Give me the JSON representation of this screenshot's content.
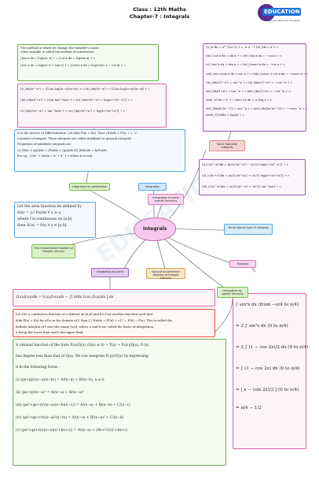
{
  "header": {
    "class_line": "Class : 12th Maths",
    "chapter_line": "Chapter-7 : Integrals"
  },
  "logo": {
    "word": "EDUCATION",
    "tagline": "Success Starts For Students"
  },
  "watermark": "EDUCATION",
  "center_label": "Integrals",
  "box_substitution": [
    "The method in which we change the variable to some",
    "other variable is called the method of substitution",
    "∫tan x dx = log|sec x| + c        ∫cot x dx = log|sin x| + c",
    "∫sec x dx = log|sec x + tan x| + c   ∫cosec x dx = log|cosec x − cot x| + c"
  ],
  "box_special": [
    "(i) ∫dx/(x²−a²) = (1/2a) log|(x−a)/(x+a)| + c     (ii) ∫dx/(a²−x²) = (1/2a) log|(a+x)/(a−x)| + c",
    "(iii) ∫dx/(x²+a²) = (1/a) tan⁻¹(x/a) + c     (iv) ∫dx/√(x²−a²) = log|x+√(x²−a²)| + c",
    "(v) ∫dx/√(a²−x²) = sin⁻¹(x/a) + c     (vi) ∫dx/√(x²+a²) = log|x+√(x²+a²)| + c"
  ],
  "box_standard": [
    "(i) ∫xⁿdx = xⁿ⁺¹/(n+1) + c, n ≠ −1   (ii) ∫dx = x + c",
    "(iii) ∫cos x dx = sin x + c     (iv) ∫sin x dx = −cos x + c",
    "(v) ∫sec²x dx = tan x + c     (vi) ∫cosec²x dx = −cot x + c",
    "(vii) ∫sec x tan x dx = sec x + c   (viii) ∫cosec x cot x dx = −cosec x + c",
    "(ix) ∫dx/√(1−x²) = sin⁻¹x + c     (x) ∫dx/√(1−x²) = −cos⁻¹x + c",
    "(xi) ∫dx/(1+x²) = tan⁻¹x + c     (xii) ∫dx/(1+x²) = −cot⁻¹x + c",
    "(xiii) ∫eˣdx = eˣ + c     (xiv) ∫aˣdx = aˣ/log a + c",
    "(xv) ∫dx/(x√(x²−1)) = sec⁻¹x + c   (xvi) ∫dx/(x√(x²−1)) = −cosec⁻¹x + c",
    "(xvii) ∫(1/x)dx = log|x| + c"
  ],
  "box_indefinite": [
    "It is the inverse of differentiation. Let d/dx F(x) = f(x). Then ∫f(x)dx = F(x) + c, 'c'",
    "constant of integral. These integrals are called indefinite or general integrals.",
    "Properties of indefinite integrals are",
    "(i) ∫[f(x) ± g(x)]dx = ∫f(x)dx ± ∫g(x)dx    (ii) ∫kf(x)dx = k∫f(x)dx,",
    "For eg : ∫(3x² + 2x)dx = x³ + x² + c where k is real."
  ],
  "box_sqrt": [
    "(i) ∫√(x²−a²)dx = (x/2)√(x²−a²) − (a²/2) log|x+√(x²−a²)| + c",
    "(ii) ∫√(x²+a²)dx = (x/2)√(x²+a²) + (a²/2) log|x+√(x²+a²)| + c",
    "(iii) ∫√(a²−x²)dx = (x/2)√(a²−x²) + (a²/2) sin⁻¹(x/a) + c"
  ],
  "box_area": [
    "Let the area function be defined by",
    "A(x) = ∫ₐˣ f(x)dx ∀ x ≥ a,",
    "where f is continuous on [a,b]",
    "then A′(x) = f(x) ∀ x ∈ [a,b]."
  ],
  "box_parts": [
    "∫f₁(x)f₂(x)dx = f₁(x)∫f₂(x)dx − ∫[ d/dx f₁(x) ∫f₂(x)dx ] dx"
  ],
  "box_definite": [
    "Let f be a continuous function of x defined on [a,b] and let F be another function such that",
    "d/dx F(x) = f(x) for all x in the domain of f, then ∫ₐᵇ f(x)dx = [F(x) + c]ₐᵇ = F(b) − F(a). This is called the",
    "definite integral of f over the range [a,b], where a and b are called the limits of integration,",
    "a being the lower limit and b the upper limit."
  ],
  "box_partial": [
    "A rational function of the form P(x)/Q(x) (Q(x) ≠ 0) = T(x) + P₁(x)/Q(x), P₁(x)",
    "has degree less than that of Q(x). We can integrate P₁(x)/Q(x) by expressing",
    "it in the following forms –",
    "(i) (px+q)/((x−a)(x−b)) = A/(x−a) + B/(x−b), a ≠ b",
    "(ii) (px+q)/(x−a)² = A/(x−a) + B/(x−a)²",
    "(iii) (px²+qx+r)/((x−a)(x−b)(x−c)) = A/(x−a) + B/(x−b) + C/(x−c)",
    "(iv) (px²+qx+r)/((x−a)²(x−b)) = A/(x−a) + B/(x−a)² + C/(x−b)",
    "(v) (px²+qx+r)/((x−a)(x²+bx+c)) = A/(x−a) + (Bx+C)/(x²+bx+c)"
  ],
  "box_example": [
    "∫ sin²x dx (from −π/4 to π/4)",
    "= 2 ∫ sin²x dx (0 to π/4)",
    "= 2 ∫ (1 − cos 2x)/2 dx (0 to π/4)",
    "= ∫ (1 − cos 2x) dx (0 to π/4)",
    "= [ x − (sin 2x)/2 ] (0 to π/4)",
    "= π/4 − 1/2"
  ],
  "tags": {
    "some_standard": "Some Standard Integrals",
    "integration_by_substitution": "Integration by substitution",
    "integration": "Integration",
    "integration_special": "Integration of some special functions",
    "some_special_type": "Some special type of integrals",
    "ftc_first": "First fundamental theorem of integral calculus",
    "ftc_second": "Second fundamental theorem of integral Calculus",
    "integration_by_parts": "Integration by parts",
    "example": "Example",
    "partial_fractions": "Integration by partial fractions"
  }
}
